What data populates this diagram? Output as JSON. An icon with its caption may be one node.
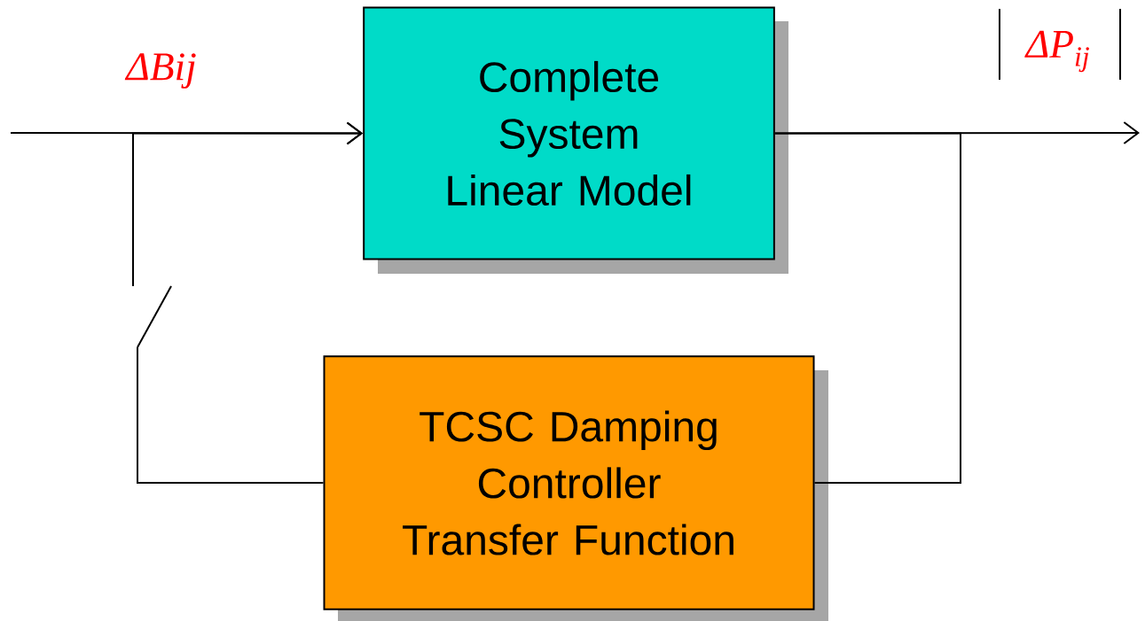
{
  "diagram": {
    "nodes": [
      {
        "text": [
          "Complete System Linear Model"
        ]
      },
      {
        "text": [
          "TCSC Damping Controller Transfer Function"
        ]
      },
      {
        "text": [],
        "shape": "switch"
      }
    ],
    "edges": [
      {
        "from": null,
        "to": 0,
        "arrow": "to"
      },
      {
        "from": 0,
        "to": null,
        "arrow": "to"
      },
      {
        "from": 0,
        "to": 1,
        "arrow": "none"
      },
      {
        "from": 1,
        "to": 2,
        "arrow": "none"
      },
      {
        "from": 2,
        "to": 0,
        "arrow": "to"
      }
    ],
    "labels": [
      "ΔBij",
      "ΔP$_{ij}$"
    ]
  }
}
